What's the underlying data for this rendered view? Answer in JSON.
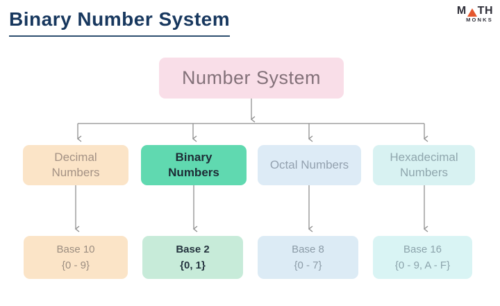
{
  "title": "Binary Number System",
  "logo": {
    "math_m": "M",
    "math_th": "TH",
    "monks": "MONKS"
  },
  "colors": {
    "title_navy": "#17375e",
    "arrow_gray": "#8f8f8f",
    "root_pink": "#f9dee8",
    "decimal_peach": "#fbe4c7",
    "binary_green": "#60d9b0",
    "binary_light_green": "#c7ebd9",
    "octal_light_blue": "#ddebf6",
    "hexadecimal_light_cyan": "#d8f2f2",
    "logo_orange": "#e4572e"
  },
  "diagram": {
    "root_label": "Number System",
    "branches": [
      {
        "name": "Decimal Numbers",
        "base": "Base 10",
        "set": "{0 - 9}"
      },
      {
        "name": "Binary Numbers",
        "base": "Base 2",
        "set": "{0, 1}"
      },
      {
        "name": "Octal Numbers",
        "base": "Base 8",
        "set": "{0 - 7}"
      },
      {
        "name": "Hexadecimal Numbers",
        "base": "Base 16",
        "set": "{0 - 9, A - F}"
      }
    ]
  }
}
